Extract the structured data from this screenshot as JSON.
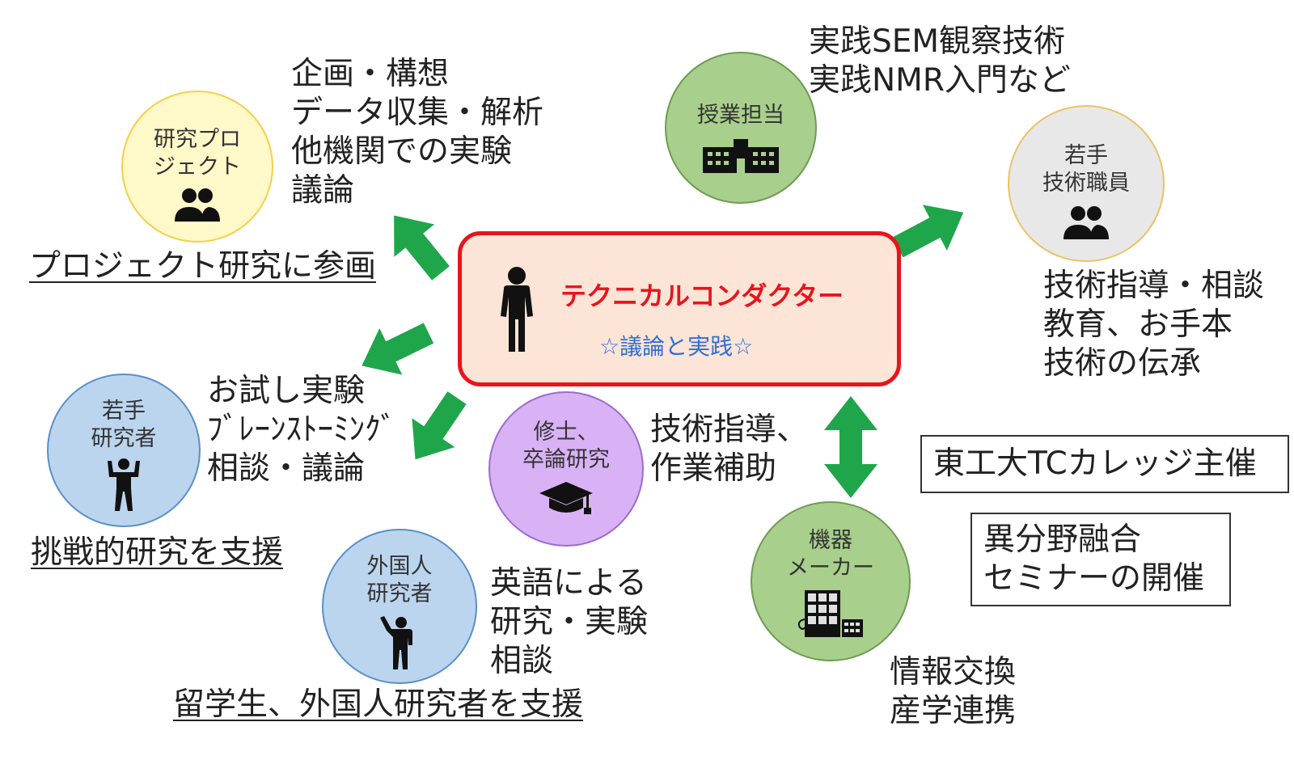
{
  "center": {
    "title": "テクニカルコンダクター",
    "subtitle": "☆議論と実践☆",
    "title_color": "#e8141c",
    "subtitle_color": "#2f6fd6",
    "border_color": "#e8141c",
    "fill_color": "#fce4d6"
  },
  "arrow_color": "#1fa64a",
  "nodes": {
    "project": {
      "lines": [
        "研究プロ",
        "ジェクト"
      ],
      "icon": "people-icon"
    },
    "teaching": {
      "lines": [
        "授業担当"
      ],
      "icon": "school-building-icon"
    },
    "young_staff": {
      "lines": [
        "若手",
        "技術職員"
      ],
      "icon": "people-icon"
    },
    "young_researcher": {
      "lines": [
        "若手",
        "研究者"
      ],
      "icon": "person-flexing-icon"
    },
    "masters": {
      "lines": [
        "修士、",
        "卒論研究"
      ],
      "icon": "graduation-cap-icon"
    },
    "foreign": {
      "lines": [
        "外国人",
        "研究者"
      ],
      "icon": "person-waving-icon"
    },
    "maker": {
      "lines": [
        "機器",
        "メーカー"
      ],
      "icon": "instrument-icon"
    }
  },
  "texts": {
    "project_tasks": [
      "企画・構想",
      "データ収集・解析",
      "他機関での実験",
      "議論"
    ],
    "project_caption": "プロジェクト研究に参画",
    "teaching_tasks": [
      "実践SEM観察技術",
      "実践NMR入門など"
    ],
    "young_staff_tasks": [
      "技術指導・相談",
      "教育、お手本",
      "技術の伝承"
    ],
    "young_researcher_tasks": [
      "お試し実験",
      "ﾌﾞﾚｰﾝｽﾄｰﾐﾝｸﾞ",
      "相談・議論"
    ],
    "young_researcher_caption": "挑戦的研究を支援",
    "masters_tasks": [
      "技術指導、",
      "作業補助"
    ],
    "foreign_tasks": [
      "英語による",
      "研究・実験",
      "相談"
    ],
    "foreign_caption": "留学生、外国人研究者を支援",
    "maker_tasks": [
      "情報交換",
      "産学連携"
    ],
    "tc_college": "東工大TCカレッジ主催",
    "seminar": [
      "異分野融合",
      "セミナーの開催"
    ]
  }
}
